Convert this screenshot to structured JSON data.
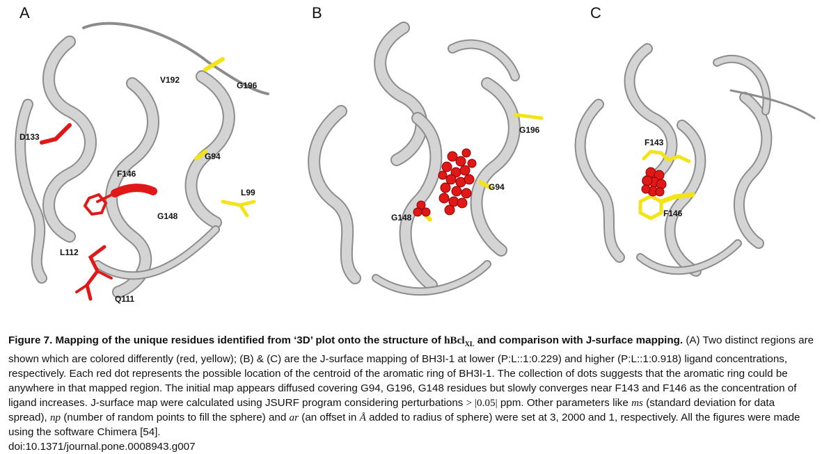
{
  "figure": {
    "panels": [
      {
        "label": "A",
        "residues": [
          "V192",
          "G196",
          "D133",
          "G94",
          "F146",
          "L99",
          "G148",
          "L112",
          "Q111"
        ]
      },
      {
        "label": "B",
        "residues": [
          "G196",
          "G94",
          "G148"
        ]
      },
      {
        "label": "C",
        "residues": [
          "F143",
          "F146"
        ]
      }
    ],
    "colors": {
      "ribbon": "#d4d4d4",
      "ribbon_edge": "#8c8c8c",
      "red": "#e01818",
      "yellow": "#f2e418"
    }
  },
  "caption": {
    "title_part1": "Figure 7. Mapping of the unique residues identified from ‘3D’ plot onto the structure of ",
    "title_symbol": "hBcl",
    "title_sub": "XL",
    "title_part2": " and comparison with J-surface mapping.",
    "text1": " (A) Two distinct regions are shown which are colored differently (red, yellow); (B) & (C) are the J-surface mapping of BH3I-1 at lower (P:L::1:0.229) and higher (P:L::1:0.918) ligand concentrations, respectively. Each red dot represents the possible location of the centroid of the aromatic ring of BH3I-1. The collection of dots suggests that the aromatic ring could be anywhere in that mapped region. The initial map appears diffused covering G94, G196, G148 residues but slowly converges near F143 and F146 as the concentration of ligand increases. J-surface map were calculated using JSURF program considering perturbations ",
    "threshold": "> |0.05|",
    "text2": " ppm. Other parameters like ",
    "ms": "ms",
    "text3": " (standard deviation for data spread), ",
    "np": "np",
    "text4": " (number of random points to fill the sphere) and ",
    "ar": "ar",
    "text5": " (an offset in ",
    "angstrom": "Å",
    "text6": " added to radius of sphere) were set at 3, 2000 and 1, respectively. All the figures were made using the software Chimera [54].",
    "doi": "doi:10.1371/journal.pone.0008943.g007"
  }
}
